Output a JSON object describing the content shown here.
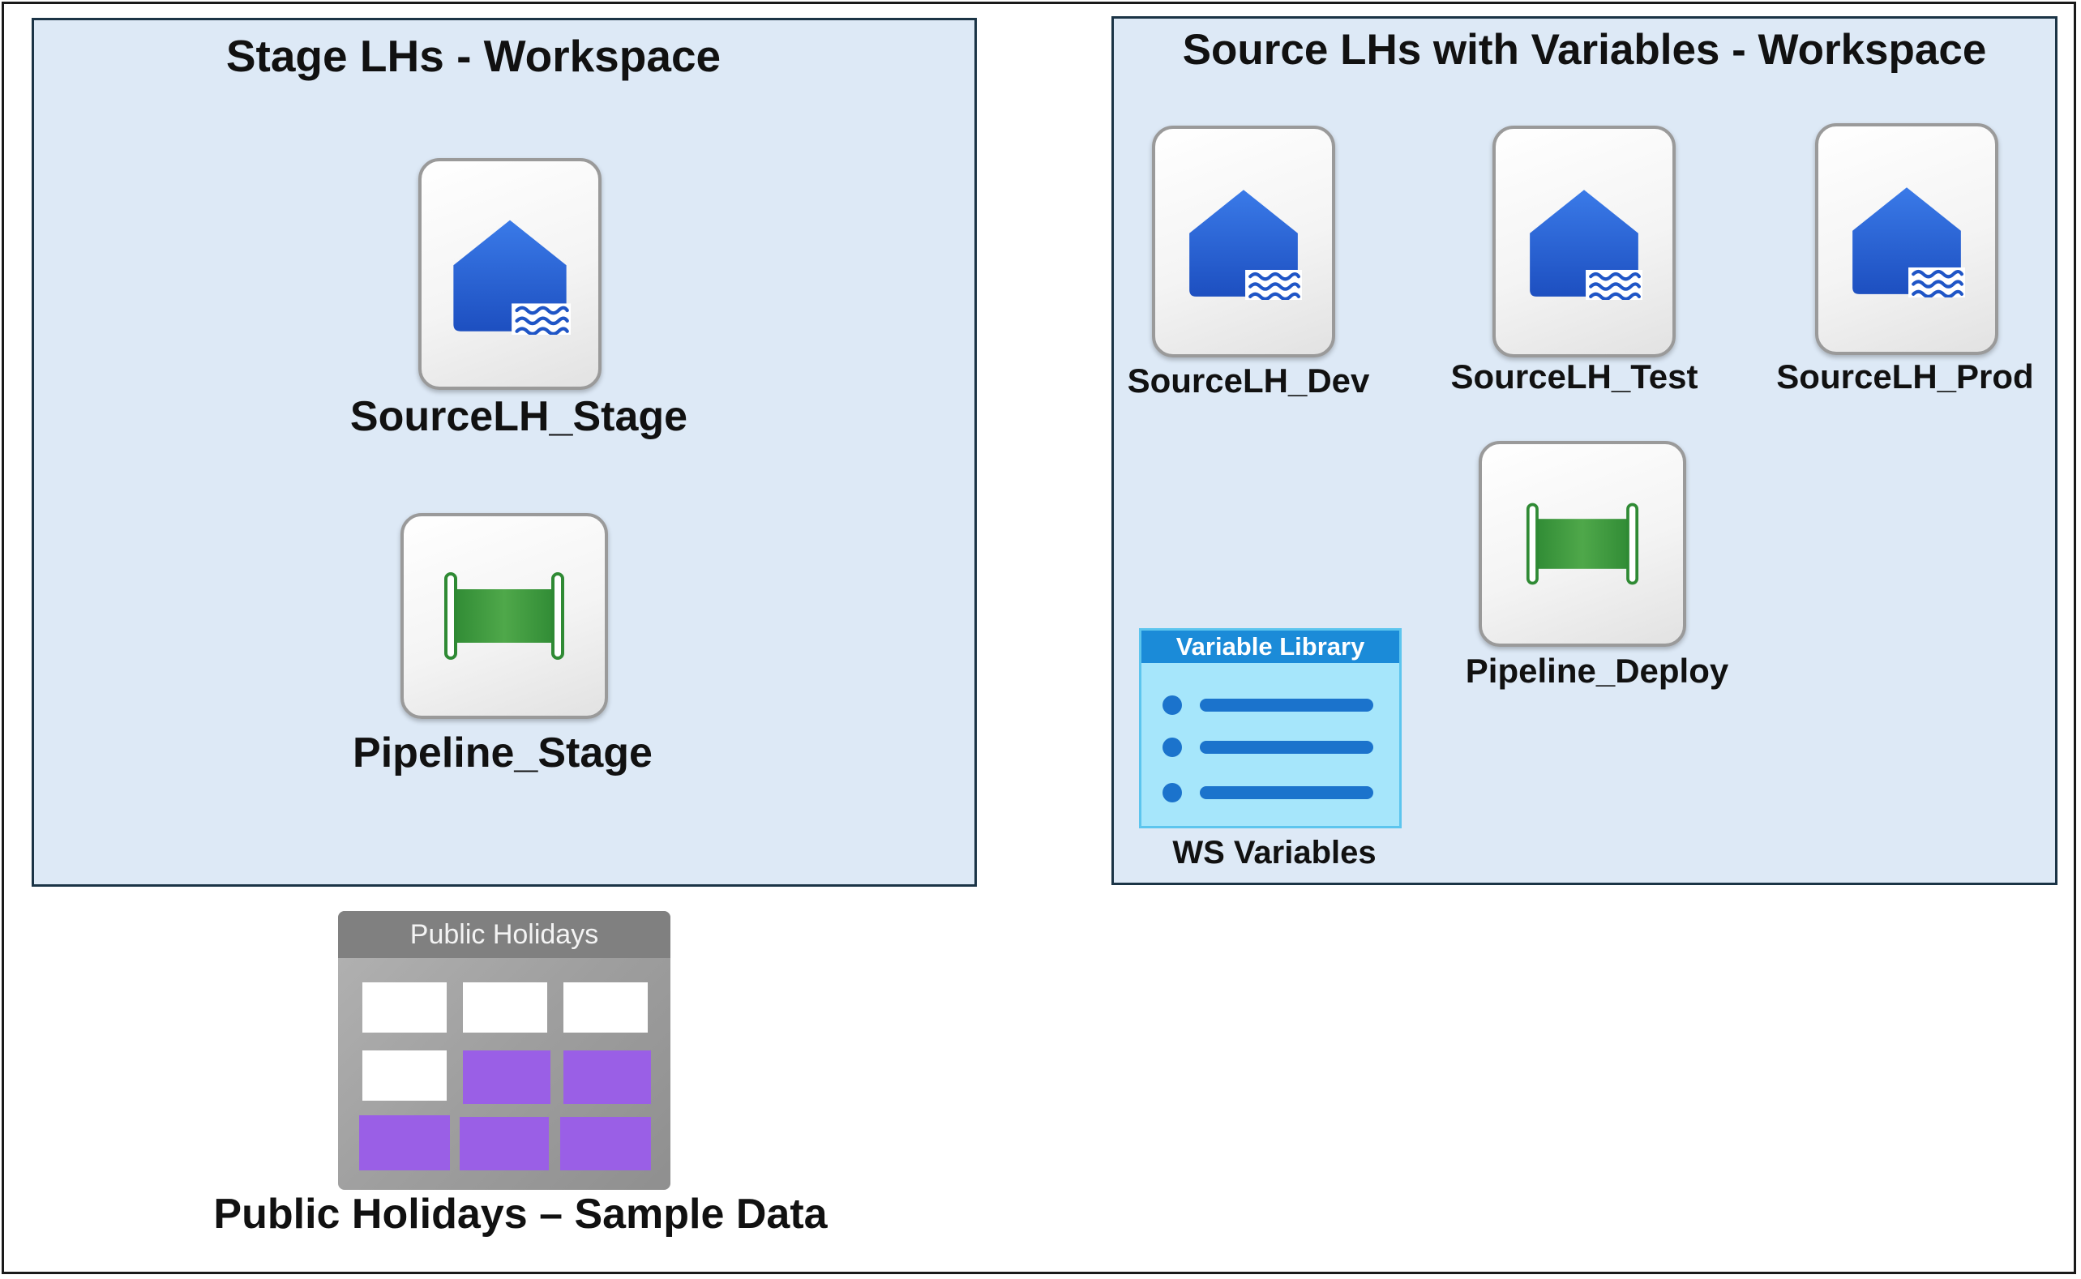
{
  "workspaces": {
    "stage": {
      "title": "Stage LHs - Workspace"
    },
    "source": {
      "title": "Source LHs with Variables - Workspace"
    }
  },
  "items": {
    "source_lh_stage": {
      "label": "SourceLH_Stage",
      "icon": "lakehouse-icon"
    },
    "pipeline_stage": {
      "label": "Pipeline_Stage",
      "icon": "pipeline-icon"
    },
    "source_lh_dev": {
      "label": "SourceLH_Dev",
      "icon": "lakehouse-icon"
    },
    "source_lh_test": {
      "label": "SourceLH_Test",
      "icon": "lakehouse-icon"
    },
    "source_lh_prod": {
      "label": "SourceLH_Prod",
      "icon": "lakehouse-icon"
    },
    "pipeline_deploy": {
      "label": "Pipeline_Deploy",
      "icon": "pipeline-icon"
    },
    "ws_variables": {
      "label": "WS Variables",
      "header": "Variable Library",
      "icon": "variable-library-icon"
    },
    "public_holidays": {
      "label": "Public Holidays – Sample Data",
      "header": "Public Holidays",
      "icon": "table-icon"
    }
  },
  "colors": {
    "workspace_fill": "#dde9f6",
    "workspace_border": "#1b3446",
    "lakehouse_blue": "#2a63d4",
    "pipeline_green": "#3f9a3f",
    "variable_header": "#1b8bd8",
    "variable_body": "#a6e6fb",
    "table_purple": "#9a5fe6"
  }
}
